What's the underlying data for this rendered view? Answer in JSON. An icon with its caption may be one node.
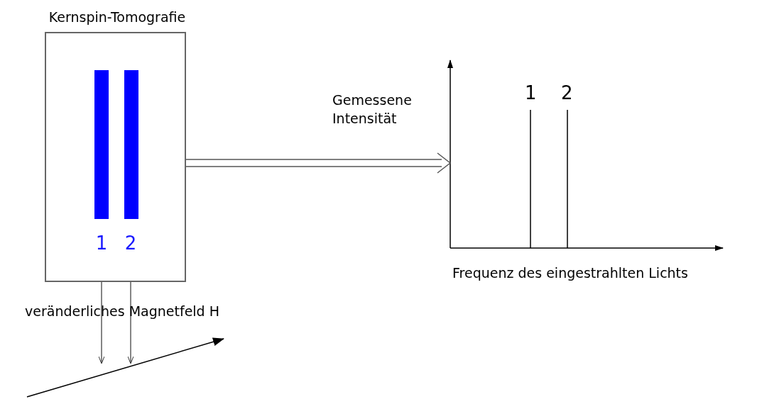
{
  "diagram": {
    "nodes": [
      {
        "text": [
          "Kernspin-Tomografie"
        ]
      },
      {
        "text": [],
        "shape": "bar",
        "in": 0
      },
      {
        "text": [],
        "shape": "bar",
        "in": 0
      },
      {
        "text": [
          "1"
        ],
        "in": 0
      },
      {
        "text": [
          "2"
        ],
        "in": 0
      },
      {
        "text": [],
        "shape": "chart"
      }
    ],
    "edges": [
      {
        "from": 3,
        "to": null,
        "arrow": "to"
      },
      {
        "from": 4,
        "to": null,
        "arrow": "to"
      },
      {
        "from": 0,
        "to": 5,
        "arrow": "to"
      }
    ],
    "labels": [
      "veränderliches Magnetfeld H",
      "Gemessene Intensität",
      "1",
      "2",
      "Frequenz des eingestrahlten Lichts"
    ]
  }
}
